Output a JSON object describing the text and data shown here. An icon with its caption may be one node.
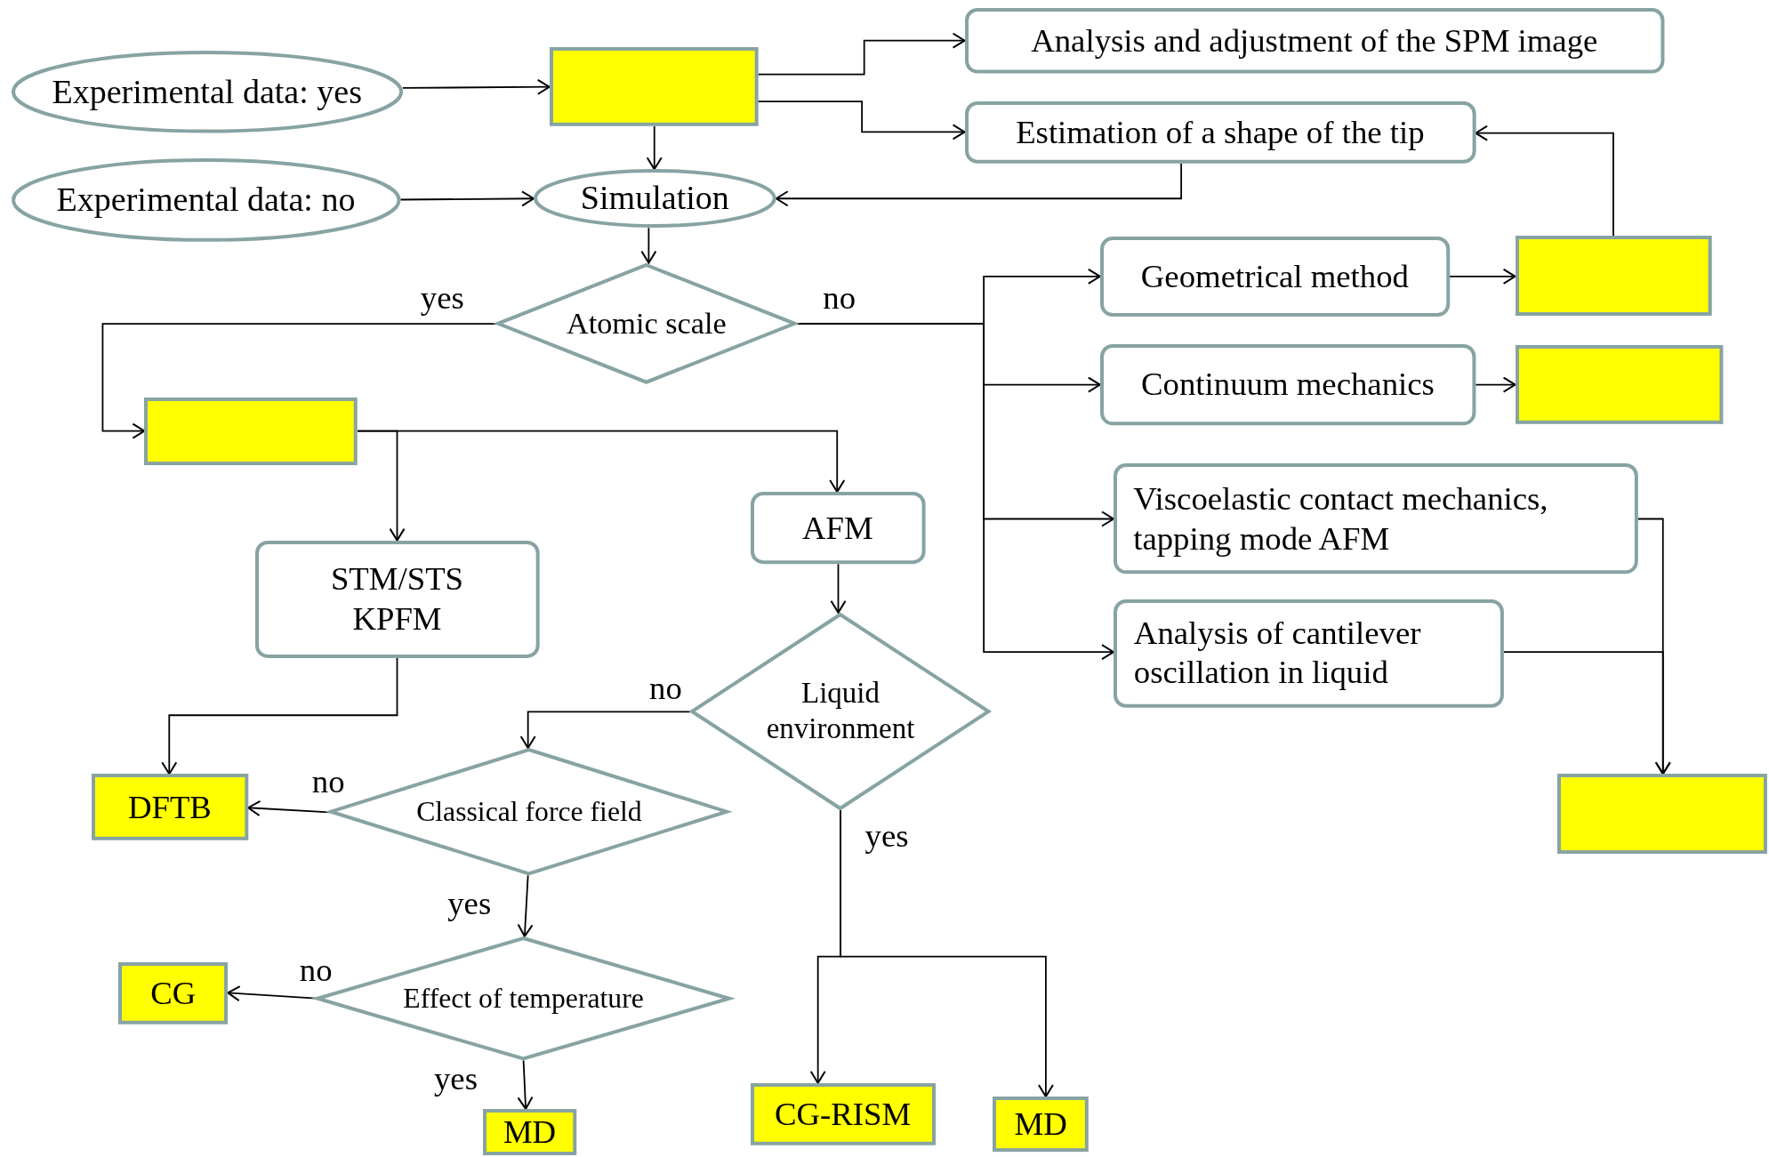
{
  "diagram": {
    "nodes": [
      {
        "text": [
          "Experimental data: yes"
        ]
      },
      {
        "text": [],
        "shape": "box"
      },
      {
        "text": [
          "Experimental data: no"
        ]
      },
      {
        "text": [
          "Simulation"
        ]
      },
      {
        "text": [
          "Analysis and adjustment of the SPM image"
        ]
      },
      {
        "text": [
          "Estimation of a shape of the tip"
        ]
      },
      {
        "text": [
          "Atomic scale"
        ]
      },
      {
        "text": [
          "Geometrical method"
        ]
      },
      {
        "text": [],
        "shape": "box"
      },
      {
        "text": [
          "Continuum mechanics"
        ]
      },
      {
        "text": [],
        "shape": "box"
      },
      {
        "text": [],
        "shape": "box"
      },
      {
        "text": [
          "AFM"
        ]
      },
      {
        "text": [
          "STM/STS KPFM"
        ]
      },
      {
        "text": [
          "Viscoelastic contact mechanics, tapping mode AFM"
        ]
      },
      {
        "text": [
          "Analysis of cantilever oscillation in liquid"
        ]
      },
      {
        "text": [
          "Liquid environment"
        ]
      },
      {
        "text": [
          "DFTB"
        ]
      },
      {
        "text": [
          "Classical force field"
        ]
      },
      {
        "text": [],
        "shape": "box"
      },
      {
        "text": [
          "CG"
        ]
      },
      {
        "text": [
          "Effect of temperature"
        ]
      },
      {
        "text": [
          "MD"
        ]
      },
      {
        "text": [
          "CG-RISM"
        ]
      },
      {
        "text": [
          "MD"
        ]
      }
    ],
    "edges": [
      {
        "from": 0,
        "to": 1,
        "arrow": "to"
      },
      {
        "from": 1,
        "to": 4,
        "arrow": "to"
      },
      {
        "from": 1,
        "to": 5,
        "arrow": "to"
      },
      {
        "from": 1,
        "to": 3,
        "arrow": "to"
      },
      {
        "from": 2,
        "to": 3,
        "arrow": "to"
      },
      {
        "from": 5,
        "to": 3,
        "arrow": "to"
      },
      {
        "from": 8,
        "to": 5,
        "arrow": "to"
      },
      {
        "from": 3,
        "to": 6,
        "arrow": "to"
      },
      {
        "from": 6,
        "to": 11,
        "arrow": "to",
        "label": "yes"
      },
      {
        "from": 6,
        "to": 7,
        "arrow": "to",
        "label": "no"
      },
      {
        "from": 6,
        "to": 9,
        "arrow": "to"
      },
      {
        "from": 6,
        "to": 14,
        "arrow": "to"
      },
      {
        "from": 6,
        "to": 15,
        "arrow": "to"
      },
      {
        "from": 7,
        "to": 8,
        "arrow": "to"
      },
      {
        "from": 9,
        "to": 10,
        "arrow": "to"
      },
      {
        "from": 11,
        "to": 13,
        "arrow": "to"
      },
      {
        "from": 11,
        "to": 12,
        "arrow": "to"
      },
      {
        "from": 12,
        "to": 16,
        "arrow": "to"
      },
      {
        "from": 13,
        "to": 17,
        "arrow": "to"
      },
      {
        "from": 16,
        "to": 18,
        "arrow": "to",
        "label": "no"
      },
      {
        "from": 16,
        "to": 23,
        "arrow": "to",
        "label": "yes"
      },
      {
        "from": 16,
        "to": 24,
        "arrow": "to"
      },
      {
        "from": 18,
        "to": 17,
        "arrow": "to",
        "label": "no"
      },
      {
        "from": 18,
        "to": 21,
        "arrow": "to",
        "label": "yes"
      },
      {
        "from": 21,
        "to": 20,
        "arrow": "to",
        "label": "no"
      },
      {
        "from": 21,
        "to": 22,
        "arrow": "to",
        "label": "yes"
      },
      {
        "from": 14,
        "to": 19,
        "arrow": "to"
      },
      {
        "from": 15,
        "to": 19,
        "arrow": "to"
      }
    ]
  }
}
